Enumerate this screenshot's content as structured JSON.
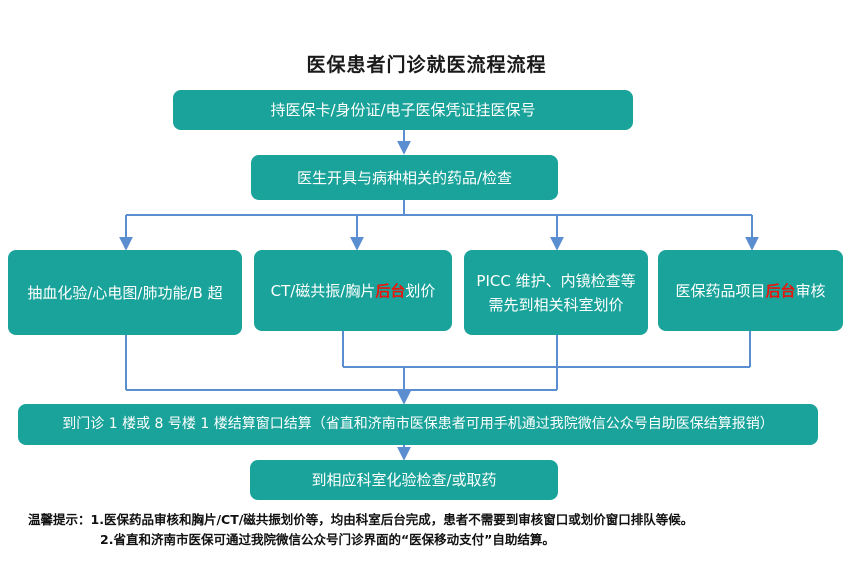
{
  "title": "医保患者门诊就医流程流程",
  "steps": {
    "step1": "持医保卡/身份证/电子医保凭证挂医保号",
    "step2": "医生开具与病种相关的药品/检查",
    "branch1": "抽血化验/心电图/肺功能/B 超",
    "branch2_pre": "CT/磁共振/胸片",
    "branch2_hl": "后台",
    "branch2_post": "划价",
    "branch3_line1": "PICC 维护、内镜检查等",
    "branch3_line2": "需先到相关科室划价",
    "branch4_pre": "医保药品项目",
    "branch4_hl": "后台",
    "branch4_post": "审核",
    "step3": "到门诊 1 楼或 8 号楼 1 楼结算窗口结算（省直和济南市医保患者可用手机通过我院微信公众号自助医保结算报销）",
    "step4": "到相应科室化验检查/或取药"
  },
  "tips": {
    "label": "温馨提示：",
    "line1": "1.医保药品审核和胸片/CT/磁共振划价等，均由科室后台完成，患者不需要到审核窗口或划价窗口排队等候。",
    "line2": "2.省直和济南市医保可通过我院微信公众号门诊界面的“医保移动支付”自助结算。"
  },
  "colors": {
    "box": "#1aa39a",
    "connector": "#5b8ed1",
    "highlight": "#e8170c"
  }
}
